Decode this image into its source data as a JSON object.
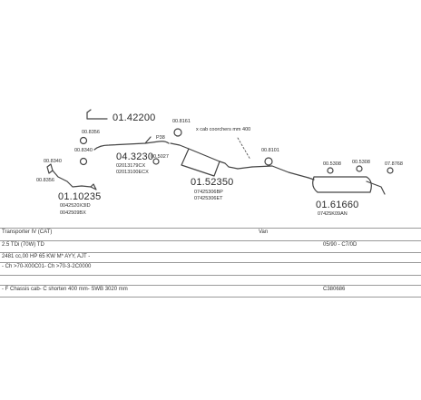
{
  "diagram": {
    "labels": {
      "p01_42200": "01.42200",
      "p04_3230": "04.3230",
      "p04_3230_a": "02013179CX",
      "p04_3230_b": "02013100ECX",
      "p01_10235": "01.10235",
      "p01_10235_a": "0042520X3ID",
      "p01_10235_b": "0042509BX",
      "p01_52350": "01.52350",
      "p01_52350_a": "07425306BP",
      "p01_52350_b": "07425306ET",
      "p01_61660": "01.61660",
      "p01_61660_a": "07425K09AN",
      "note_cab": "x cab coorchers mm 400",
      "note_38": "P38",
      "c_top_mid": "00.8161",
      "c_left_1": "00.8356",
      "c_left_2": "00.8340",
      "c_left_3": "00.8340",
      "c_small_1": "00.5027",
      "c_mid_1": "00.8101",
      "c_right_1": "00.5308",
      "c_right_2": "00.5308",
      "c_right_3": "07.8768",
      "c_left_4": "00.8356"
    }
  },
  "table": {
    "row1": {
      "left": "Transporter IV (CAT)",
      "mid": "Van"
    },
    "row2": {
      "left": "2.5 TDi (70W) TD",
      "right": "05/90 - C7/0D"
    },
    "row3": {
      "left": "2481 cc,00 HP 65 KW M* AYY, AJT -"
    },
    "row4": {
      "left": "- Ch >70-X00C01- Ch >70-3-2C0000"
    },
    "row5": {
      "left": ""
    },
    "row6": {
      "left": "- F Chassis cab- C shorten 400 mm- SWB 3020 mm",
      "right": "C380686"
    }
  },
  "colors": {
    "line": "#444444",
    "text": "#2a2a2a",
    "rule": "#9a9a9a"
  }
}
